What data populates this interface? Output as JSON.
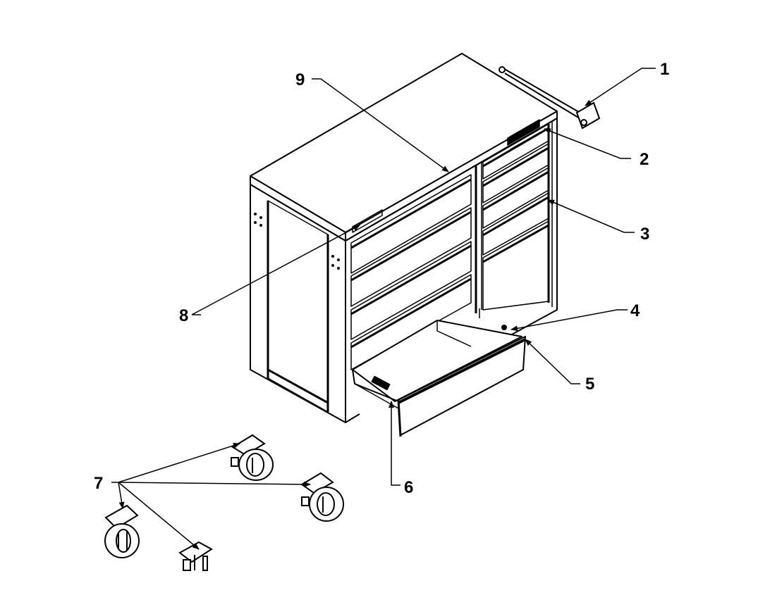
{
  "diagram": {
    "callouts": [
      {
        "label": "1"
      },
      {
        "label": "2"
      },
      {
        "label": "3"
      },
      {
        "label": "4"
      },
      {
        "label": "5"
      },
      {
        "label": "6"
      },
      {
        "label": "7"
      },
      {
        "label": "8"
      },
      {
        "label": "9"
      }
    ]
  },
  "colors": {
    "line": "#000000",
    "background": "#ffffff"
  }
}
